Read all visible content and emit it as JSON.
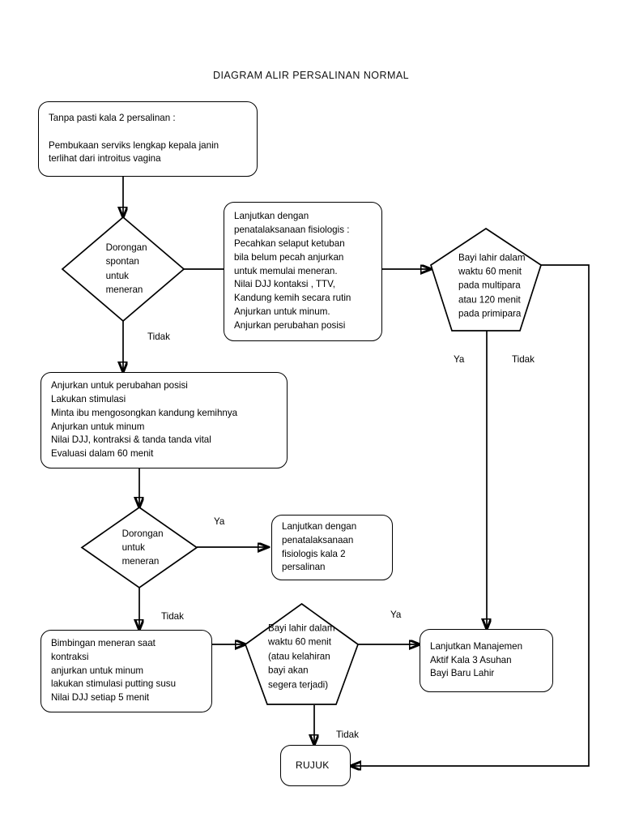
{
  "diagram": {
    "title": "DIAGRAM ALIR PERSALINAN NORMAL",
    "type": "flowchart",
    "nodes": {
      "start_box": {
        "shape": "rounded-rectangle",
        "text": "Tanpa pasti kala 2 persalinan :\n\nPembukaan serviks lengkap kepala janin\nterlihat dari introitus vagina"
      },
      "decision_1": {
        "shape": "diamond",
        "text": "Dorongan\nspontan\nuntuk\nmeneran"
      },
      "action_fisiologis": {
        "shape": "rounded-rectangle",
        "text": "Lanjutkan dengan\npenatalaksanaan fisiologis :\nPecahkan selaput ketuban\nbila belum pecah anjurkan\nuntuk memulai meneran.\nNilai DJJ kontaksi , TTV,\nKandung kemih secara rutin\nAnjurkan untuk minum.\nAnjurkan perubahan posisi"
      },
      "pentagon_1": {
        "shape": "pentagon",
        "text": "Bayi lahir dalam\nwaktu 60 menit\npada multipara\natau 120 menit\npada primipara"
      },
      "action_perubahan": {
        "shape": "rounded-rectangle",
        "text": "Anjurkan untuk perubahan posisi\nLakukan stimulasi\nMinta ibu mengosongkan kandung kemihnya\nAnjurkan untuk minum\nNilai DJJ, kontraksi & tanda tanda vital\nEvaluasi dalam 60 menit"
      },
      "decision_2": {
        "shape": "diamond",
        "text": "Dorongan\nuntuk\nmeneran"
      },
      "action_kala2": {
        "shape": "rounded-rectangle",
        "text": "Lanjutkan dengan\npenatalaksanaan\nfisiologis kala 2\npersalinan"
      },
      "action_bimbingan": {
        "shape": "rounded-rectangle",
        "text": "Bimbingan meneran saat\nkontraksi\nanjurkan untuk minum\nlakukan stimulasi putting susu\nNilai DJJ setiap 5 menit"
      },
      "pentagon_2": {
        "shape": "pentagon",
        "text": "Bayi lahir dalam\nwaktu 60 menit\n(atau kelahiran\nbayi  akan\nsegera terjadi)"
      },
      "action_manajemen": {
        "shape": "rounded-rectangle",
        "text": "Lanjutkan Manajemen\nAktif Kala 3 Asuhan\nBayi Baru Lahir"
      },
      "terminal_rujuk": {
        "shape": "rounded-rectangle",
        "text": "RUJUK"
      }
    },
    "edge_labels": {
      "d1_tidak": "Tidak",
      "p1_ya": "Ya",
      "p1_tidak": "Tidak",
      "d2_ya": "Ya",
      "d2_tidak": "Tidak",
      "p2_ya": "Ya",
      "p2_tidak": "Tidak"
    },
    "colors": {
      "stroke": "#000000",
      "background": "#ffffff",
      "text": "#000000"
    }
  }
}
